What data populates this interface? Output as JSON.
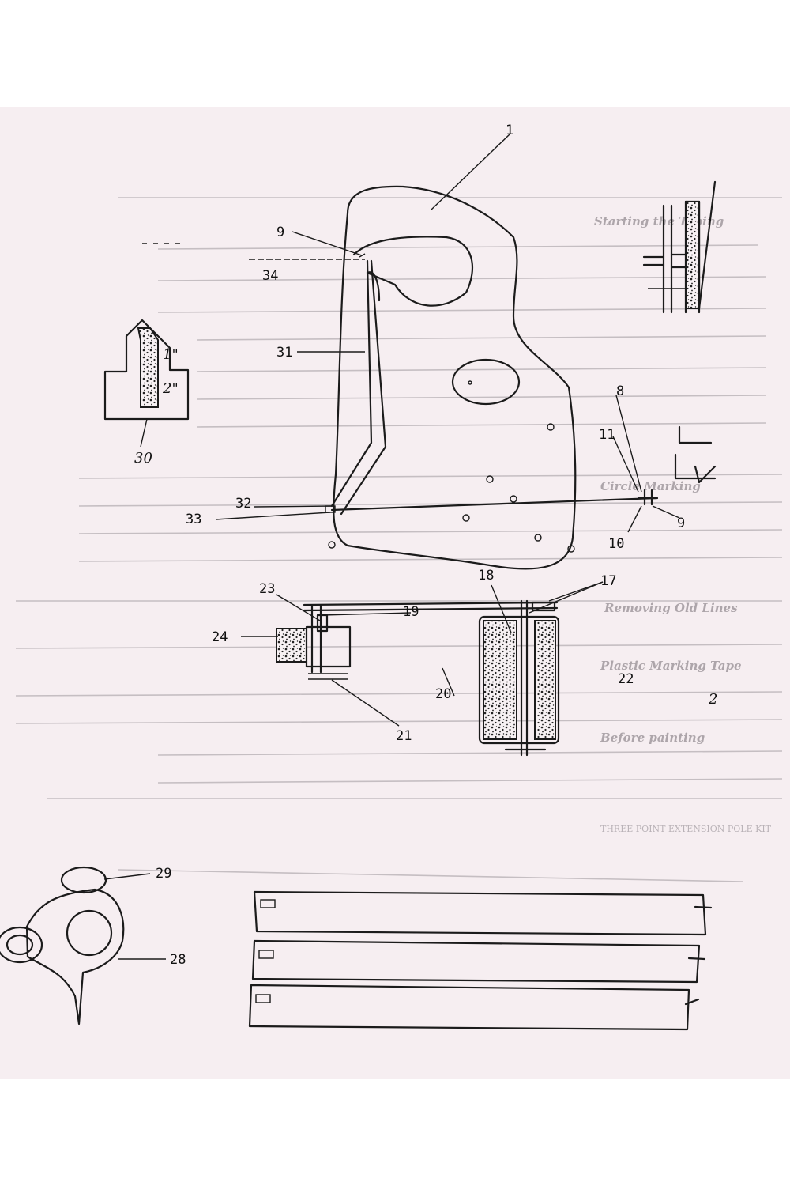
{
  "document": {
    "page_number": "2",
    "title": "",
    "show_through_text": {
      "headings": [
        "Starting the Taping",
        "Circle Marking",
        "Removing Old Lines",
        "Plastic Marking Tape",
        "Before painting"
      ],
      "kit_title": "THREE POINT EXTENSION POLE KIT"
    }
  },
  "diagram": {
    "callouts": {
      "c1": "1",
      "c2": "2",
      "c8": "8",
      "c9a": "9",
      "c9b": "9",
      "c10": "10",
      "c11": "11",
      "c17": "17",
      "c18": "18",
      "c19": "19",
      "c20": "20",
      "c21": "21",
      "c22": "22",
      "c23": "23",
      "c24": "24",
      "c28": "28",
      "c29": "29",
      "c30": "30",
      "c31": "31",
      "c32": "32",
      "c33": "33",
      "c34": "34"
    },
    "inset_marks": {
      "one": "1\"",
      "two": "2\""
    }
  }
}
